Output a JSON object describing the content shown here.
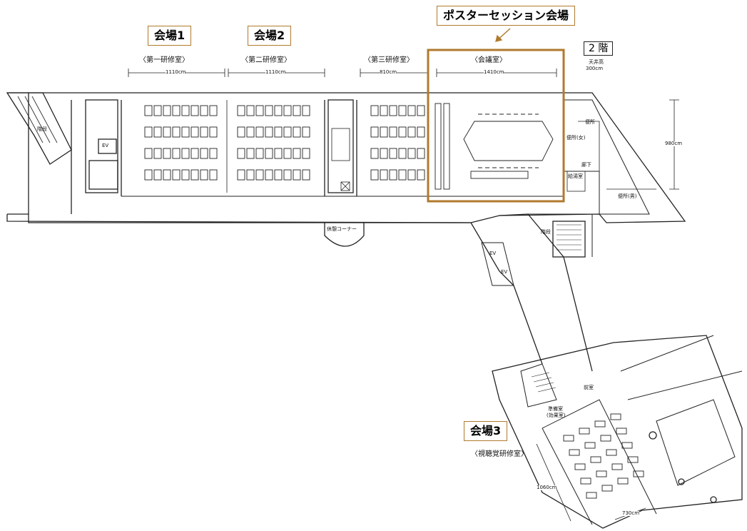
{
  "venue_labels": {
    "hall1": "会場1",
    "hall2": "会場2",
    "hall3": "会場3",
    "poster": "ポスターセッション会場"
  },
  "rooms": {
    "room1": "〈第一研修室〉",
    "room2": "〈第二研修室〉",
    "room3": "〈第三研修室〉",
    "conference": "〈会議室〉",
    "av_room": "〈視聴覚研修室〉"
  },
  "dimensions": {
    "room1_width": "1110cm",
    "room2_width": "1110cm",
    "room3_width": "810cm",
    "conference_width": "1410cm",
    "building_depth": "980cm",
    "av_depth": "1060cm",
    "av_width": "730cm"
  },
  "floor": {
    "label": "2 階",
    "ceiling_label": "天井高",
    "ceiling_value": "300cm"
  },
  "labels": {
    "stairs_left": "階段",
    "stairs_right": "階段",
    "elevator_left": "EV",
    "elevator_right_1": "EV",
    "elevator_right_2": "EV",
    "lounge": "休憩コーナー",
    "restroom_women": "便所(女)",
    "restroom_top": "便所",
    "restroom_men": "便所(男)",
    "kitchen": "給湯室",
    "corridor": "廊下",
    "prep_room": "準備室",
    "effects_room": "(効果室)",
    "anteroom": "前室"
  },
  "colors": {
    "highlight": "#b07a2e",
    "line": "#222222"
  }
}
